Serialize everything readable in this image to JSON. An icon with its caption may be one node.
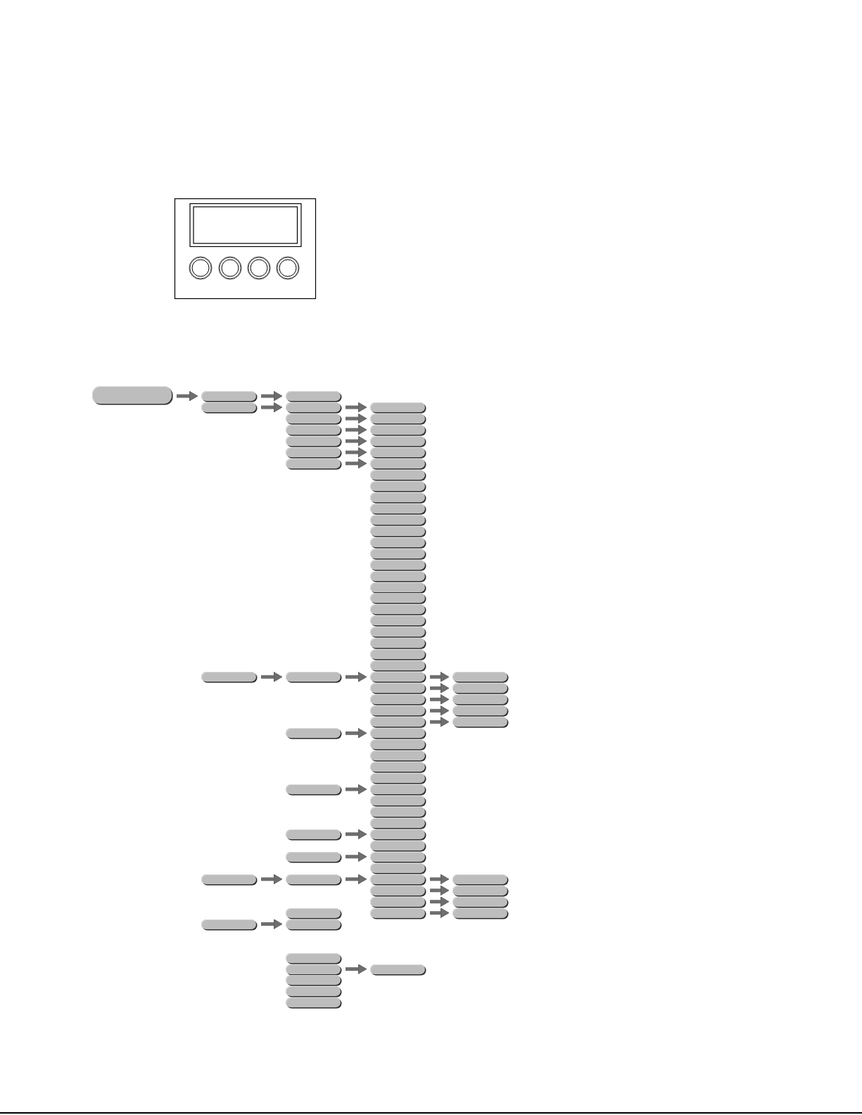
{
  "diagram": {
    "nodes": [
      {
        "text": [],
        "shape": "box"
      },
      {
        "text": [],
        "shape": "box"
      },
      {
        "text": [],
        "shape": "box"
      },
      {
        "text": [],
        "shape": "box"
      },
      {
        "text": [],
        "shape": "box"
      },
      {
        "text": [],
        "shape": "box"
      },
      {
        "text": [],
        "shape": "box"
      },
      {
        "text": [],
        "shape": "box"
      },
      {
        "text": [],
        "shape": "box"
      },
      {
        "text": [],
        "shape": "box"
      },
      {
        "text": [],
        "shape": "box"
      },
      {
        "text": [],
        "shape": "box"
      },
      {
        "text": [],
        "shape": "box"
      },
      {
        "text": [],
        "shape": "box"
      },
      {
        "text": [],
        "shape": "box"
      },
      {
        "text": [],
        "shape": "box"
      },
      {
        "text": [],
        "shape": "box"
      },
      {
        "text": [],
        "shape": "box"
      },
      {
        "text": [],
        "shape": "box"
      },
      {
        "text": [],
        "shape": "box"
      },
      {
        "text": [],
        "shape": "box"
      },
      {
        "text": [],
        "shape": "box"
      },
      {
        "text": [],
        "shape": "box"
      },
      {
        "text": [],
        "shape": "box"
      },
      {
        "text": [],
        "shape": "box"
      },
      {
        "text": [],
        "shape": "box"
      },
      {
        "text": [],
        "shape": "box"
      },
      {
        "text": [],
        "shape": "box"
      },
      {
        "text": [],
        "shape": "box"
      },
      {
        "text": [],
        "shape": "box"
      },
      {
        "text": [],
        "shape": "box"
      },
      {
        "text": [],
        "shape": "box"
      },
      {
        "text": [],
        "shape": "box"
      },
      {
        "text": [],
        "shape": "box"
      },
      {
        "text": [],
        "shape": "box"
      },
      {
        "text": [],
        "shape": "box"
      },
      {
        "text": [],
        "shape": "box"
      },
      {
        "text": [],
        "shape": "box"
      },
      {
        "text": [],
        "shape": "box"
      },
      {
        "text": [],
        "shape": "box"
      },
      {
        "text": [],
        "shape": "box"
      },
      {
        "text": [],
        "shape": "box"
      },
      {
        "text": [],
        "shape": "box"
      },
      {
        "text": [],
        "shape": "box"
      },
      {
        "text": [],
        "shape": "box"
      },
      {
        "text": [],
        "shape": "box"
      },
      {
        "text": [],
        "shape": "box"
      },
      {
        "text": [],
        "shape": "box"
      },
      {
        "text": [],
        "shape": "box"
      },
      {
        "text": [],
        "shape": "box"
      },
      {
        "text": [],
        "shape": "box"
      },
      {
        "text": [],
        "shape": "box"
      },
      {
        "text": [],
        "shape": "box"
      },
      {
        "text": [],
        "shape": "box"
      },
      {
        "text": [],
        "shape": "box"
      },
      {
        "text": [],
        "shape": "box"
      },
      {
        "text": [],
        "shape": "box"
      },
      {
        "text": [],
        "shape": "box"
      },
      {
        "text": [],
        "shape": "box"
      },
      {
        "text": [],
        "shape": "box"
      },
      {
        "text": [],
        "shape": "box"
      },
      {
        "text": [],
        "shape": "box"
      },
      {
        "text": [],
        "shape": "box"
      },
      {
        "text": [],
        "shape": "box"
      },
      {
        "text": [],
        "shape": "box"
      },
      {
        "text": [],
        "shape": "box"
      },
      {
        "text": [],
        "shape": "box"
      },
      {
        "text": [],
        "shape": "box"
      },
      {
        "text": [],
        "shape": "box"
      },
      {
        "text": [],
        "shape": "box"
      },
      {
        "text": [],
        "shape": "box"
      },
      {
        "text": [],
        "shape": "box"
      },
      {
        "text": [],
        "shape": "box"
      },
      {
        "text": [],
        "shape": "box"
      },
      {
        "text": [],
        "shape": "box"
      },
      {
        "text": [],
        "shape": "box"
      },
      {
        "text": [],
        "shape": "box"
      },
      {
        "text": [],
        "shape": "box"
      },
      {
        "text": [],
        "shape": "box"
      },
      {
        "text": [],
        "shape": "box"
      },
      {
        "text": [],
        "shape": "box"
      },
      {
        "text": [],
        "shape": "box"
      }
    ],
    "edges": [
      {
        "from": 0,
        "to": 1,
        "arrow": "to"
      },
      {
        "from": 1,
        "to": 2,
        "arrow": "to"
      },
      {
        "from": 3,
        "to": 4,
        "arrow": "to"
      },
      {
        "from": 4,
        "to": 5,
        "arrow": "to"
      },
      {
        "from": 6,
        "to": 7,
        "arrow": "to"
      },
      {
        "from": 8,
        "to": 9,
        "arrow": "to"
      },
      {
        "from": 10,
        "to": 11,
        "arrow": "to"
      },
      {
        "from": 12,
        "to": 13,
        "arrow": "to"
      },
      {
        "from": 14,
        "to": 15,
        "arrow": "to"
      },
      {
        "from": 34,
        "to": 35,
        "arrow": "to"
      },
      {
        "from": 35,
        "to": 36,
        "arrow": "to"
      },
      {
        "from": 36,
        "to": 37,
        "arrow": "to"
      },
      {
        "from": 38,
        "to": 39,
        "arrow": "to"
      },
      {
        "from": 40,
        "to": 41,
        "arrow": "to"
      },
      {
        "from": 42,
        "to": 43,
        "arrow": "to"
      },
      {
        "from": 44,
        "to": 45,
        "arrow": "to"
      },
      {
        "from": 46,
        "to": 47,
        "arrow": "to"
      },
      {
        "from": 52,
        "to": 53,
        "arrow": "to"
      },
      {
        "from": 57,
        "to": 58,
        "arrow": "to"
      },
      {
        "from": 60,
        "to": 61,
        "arrow": "to"
      },
      {
        "from": 63,
        "to": 64,
        "arrow": "to"
      },
      {
        "from": 64,
        "to": 65,
        "arrow": "to"
      },
      {
        "from": 65,
        "to": 66,
        "arrow": "to"
      },
      {
        "from": 67,
        "to": 68,
        "arrow": "to"
      },
      {
        "from": 69,
        "to": 70,
        "arrow": "to"
      },
      {
        "from": 72,
        "to": 73,
        "arrow": "to"
      },
      {
        "from": 74,
        "to": 75,
        "arrow": "to"
      },
      {
        "from": 77,
        "to": 78,
        "arrow": "to"
      }
    ]
  }
}
